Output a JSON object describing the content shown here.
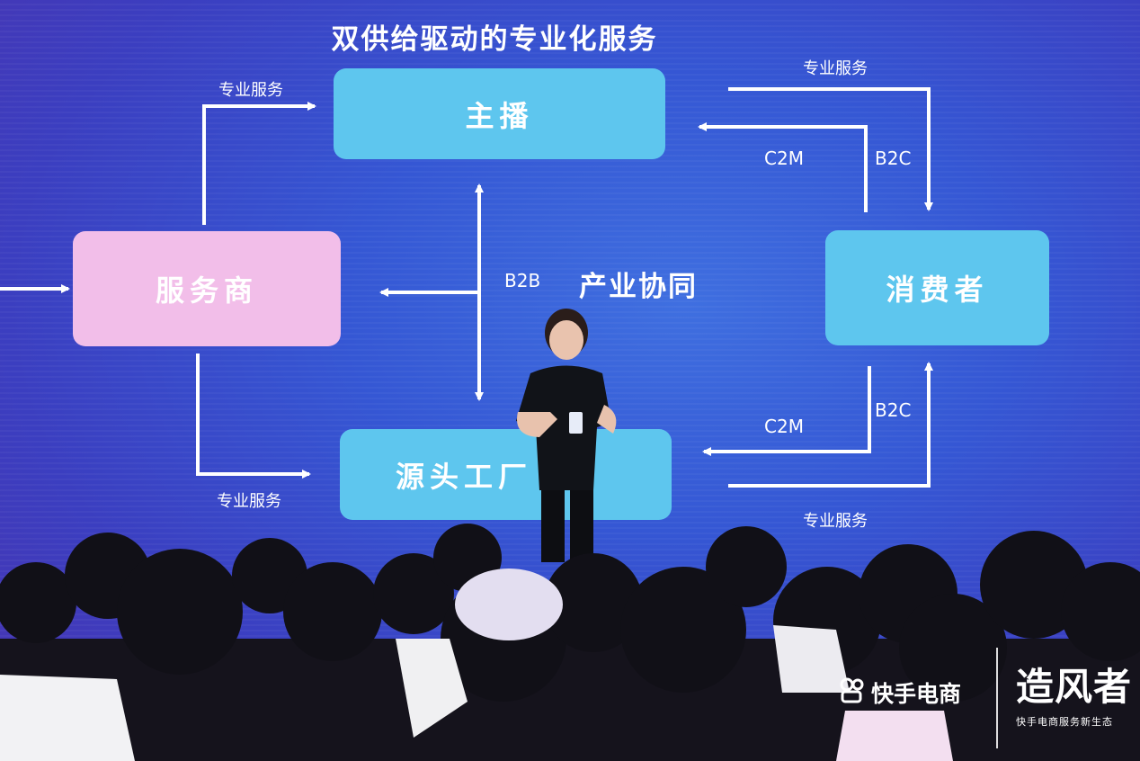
{
  "slide": {
    "title": "双供给驱动的专业化服务",
    "boxes": {
      "anchor": "主播",
      "provider": "服务商",
      "consumer": "消费者",
      "factory": "源头工厂"
    },
    "labels": {
      "service_top_left": "专业服务",
      "service_bottom_left": "专业服务",
      "service_top_right": "专业服务",
      "service_bottom_right": "专业服务",
      "c2m_top": "C2M",
      "b2c_top": "B2C",
      "c2m_bottom": "C2M",
      "b2c_bottom": "B2C",
      "b2b": "B2B",
      "industry": "产业协同"
    }
  },
  "branding": {
    "left_logo_text": "快手电商",
    "right_logo_text": "造风者",
    "right_logo_sub": "快手电商服务新生态"
  },
  "colors": {
    "box_blue": "#5ec6ee",
    "box_pink": "#f2bee9",
    "background": "#3557d4"
  }
}
